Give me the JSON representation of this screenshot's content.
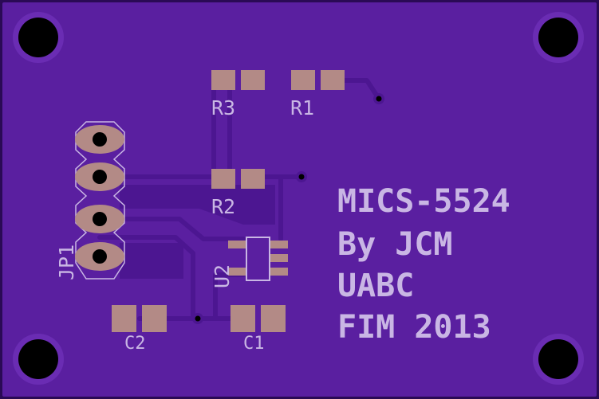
{
  "board": {
    "colors": {
      "substrate": "#2a0a55",
      "mask": "#5a1fa0",
      "copper": "#4c1691",
      "pad": "#b38a86",
      "silkscreen": "#c9b6e4",
      "hole": "#000000"
    }
  },
  "labels": {
    "r3": "R3",
    "r1": "R1",
    "r2": "R2",
    "u2": "U2",
    "jp1": "JP1",
    "c2": "C2",
    "c1": "C1"
  },
  "title_block": {
    "line1": "MICS-5524",
    "line2": "By JCM",
    "line3": "UABC",
    "line4": "FIM 2013"
  }
}
